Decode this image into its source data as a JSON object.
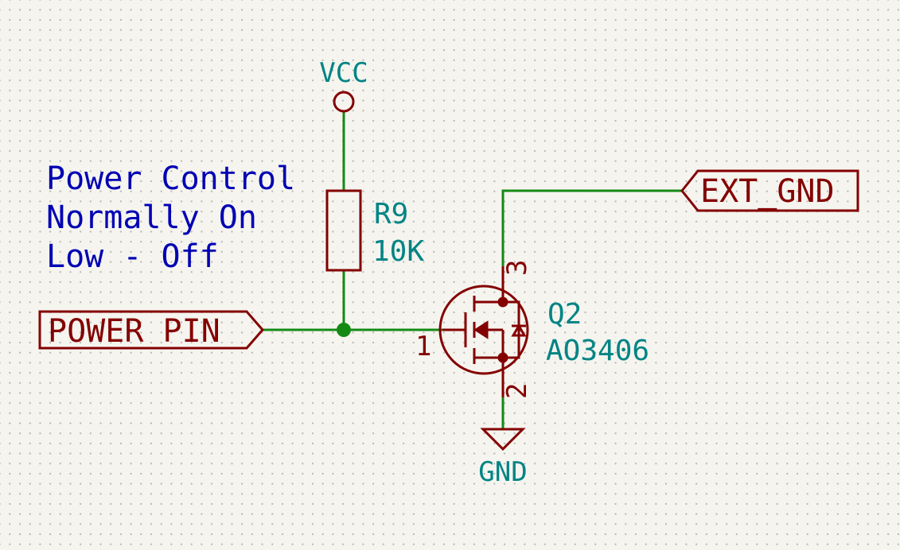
{
  "note": {
    "lines": [
      "Power Control",
      "Normally On",
      "Low - Off"
    ]
  },
  "power": {
    "vcc": "VCC",
    "gnd": "GND"
  },
  "labels": {
    "power_pin": "POWER_PIN",
    "ext_gnd": "EXT_GND"
  },
  "resistor": {
    "ref": "R9",
    "value": "10K"
  },
  "mosfet": {
    "ref": "Q2",
    "value": "AO3406",
    "pins": {
      "gate": "1",
      "source": "2",
      "drain": "3"
    }
  },
  "colors": {
    "wire": "#148a14",
    "symbol": "#840000",
    "reference": "#008484",
    "note_text": "#0000b4",
    "background": "#f5f4ef"
  }
}
